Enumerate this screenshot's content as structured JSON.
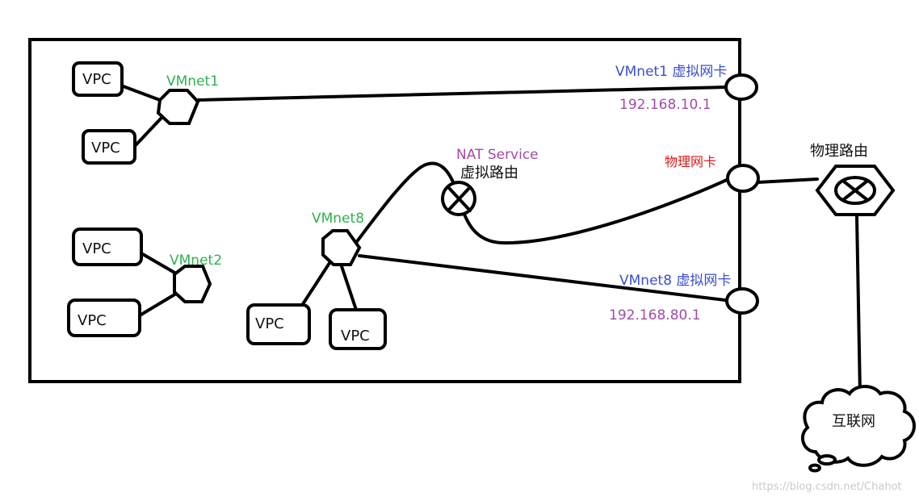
{
  "vpc_label": "VPC",
  "switches": {
    "vmnet1": "VMnet1",
    "vmnet2": "VMnet2",
    "vmnet8": "VMnet8"
  },
  "nat": {
    "service": "NAT Service",
    "router": "虚拟路由"
  },
  "adapters": {
    "vmnet1_label": "VMnet1 虚拟网卡",
    "vmnet1_ip": "192.168.10.1",
    "physical_label": "物理网卡",
    "vmnet8_label": "VMnet8 虚拟网卡",
    "vmnet8_ip": "192.168.80.1"
  },
  "external": {
    "router": "物理路由",
    "internet": "互联网"
  },
  "watermark": "https://blog.csdn.net/Chahot",
  "colors": {
    "green": "#2fb050",
    "blue": "#3a4fd0",
    "purple": "#a24aa8",
    "red": "#e01818"
  }
}
